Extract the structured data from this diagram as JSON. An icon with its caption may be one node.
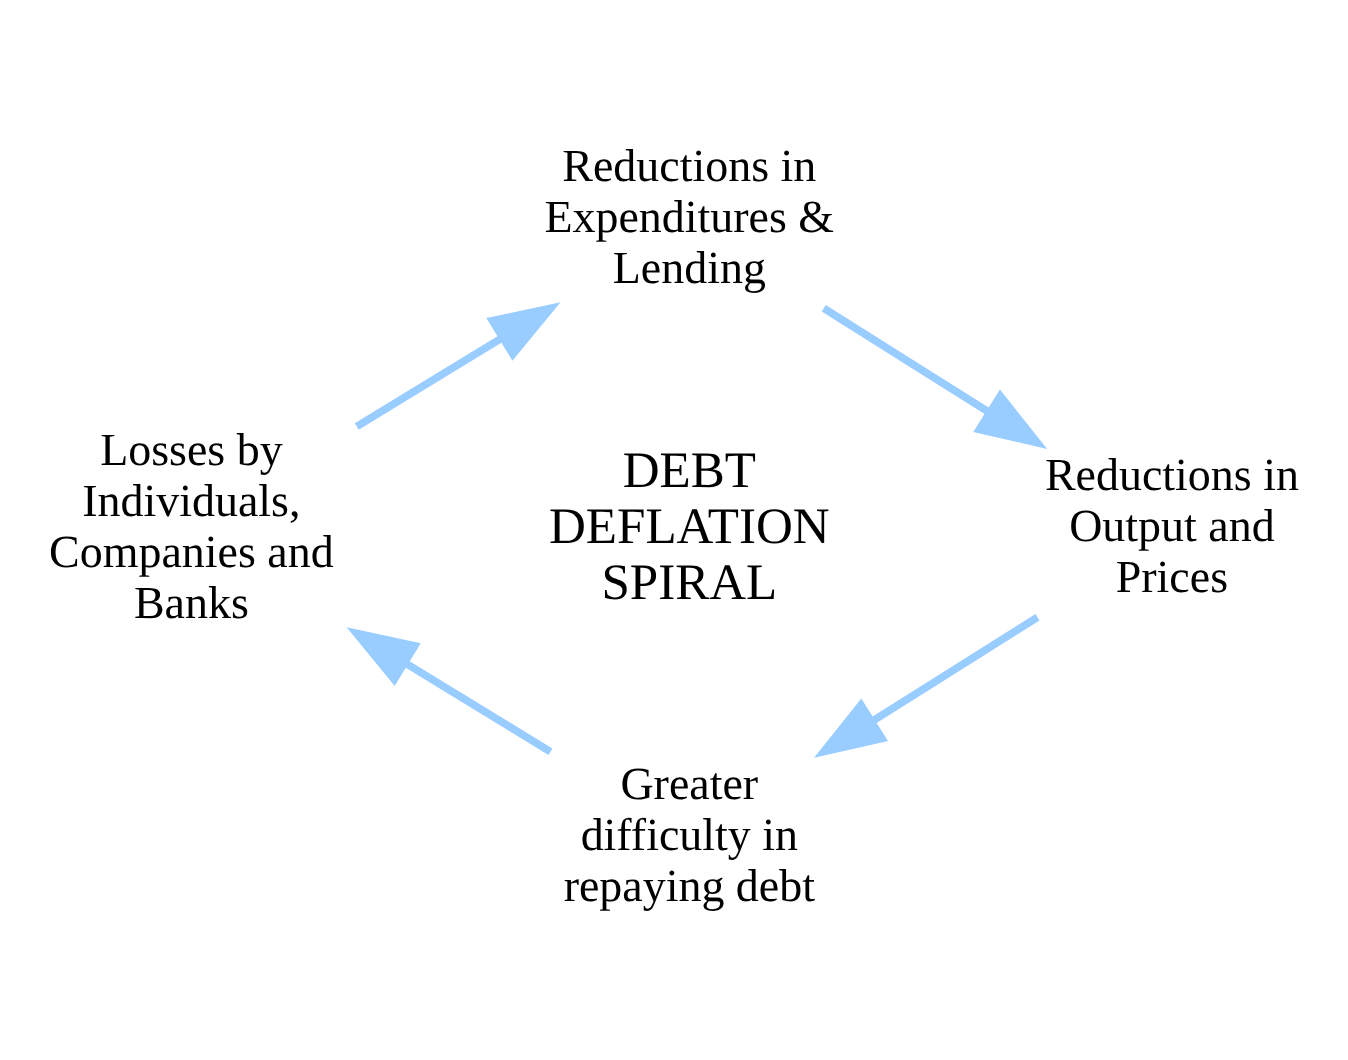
{
  "diagram": {
    "nodes": [
      {
        "text": [
          "Reductions in Expenditures & Lending"
        ]
      },
      {
        "text": [
          "Reductions in Output and Prices"
        ]
      },
      {
        "text": [
          "Greater difficulty in repaying debt"
        ]
      },
      {
        "text": [
          "Losses by Individuals, Companies and Banks"
        ]
      }
    ],
    "edges": [
      {
        "from": 3,
        "to": 0,
        "arrow": "to"
      },
      {
        "from": 0,
        "to": 1,
        "arrow": "to"
      },
      {
        "from": 1,
        "to": 2,
        "arrow": "to"
      },
      {
        "from": 2,
        "to": 3,
        "arrow": "to"
      }
    ],
    "labels": [
      "DEBT DEFLATION SPIRAL"
    ]
  }
}
